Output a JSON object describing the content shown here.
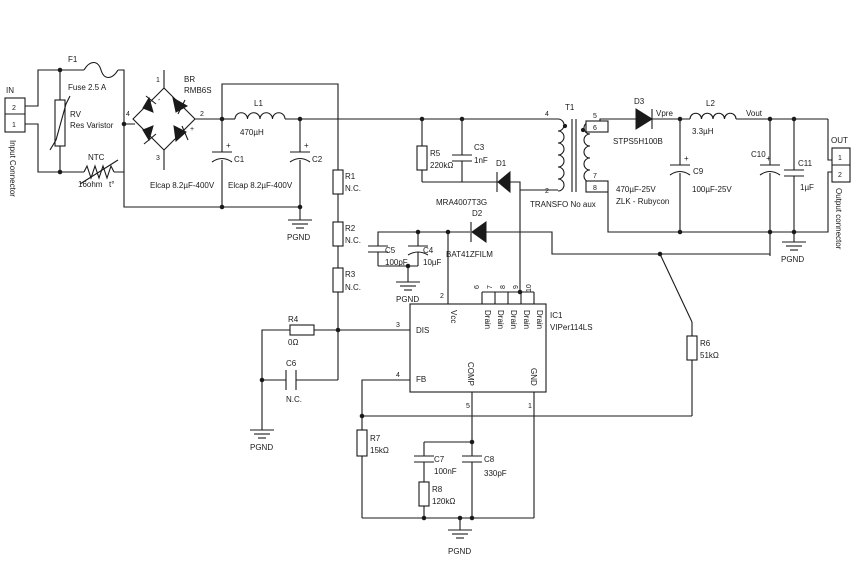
{
  "connectors": {
    "in": {
      "title": "IN",
      "pins": [
        "2",
        "1"
      ],
      "caption": "Input Connector"
    },
    "out": {
      "title": "OUT",
      "pins": [
        "1",
        "2"
      ],
      "caption": "Output connector"
    }
  },
  "components": {
    "F1": {
      "ref": "F1",
      "value": "Fuse 2.5 A"
    },
    "RV": {
      "ref": "RV",
      "value": "Res Varistor"
    },
    "NTC": {
      "ref": "NTC",
      "value": "16ohm",
      "extra": "t°"
    },
    "BR": {
      "ref": "BR",
      "value": "RMB6S",
      "pins": [
        "1",
        "2",
        "3",
        "4"
      ],
      "minus": "-",
      "plus": "+"
    },
    "L1": {
      "ref": "L1",
      "value": "470µH"
    },
    "C1": {
      "ref": "C1",
      "value": "Elcap 8.2µF-400V"
    },
    "C2": {
      "ref": "C2",
      "value": "Elcap 8.2µF-400V"
    },
    "R1": {
      "ref": "R1",
      "value": "N.C."
    },
    "R2": {
      "ref": "R2",
      "value": "N.C."
    },
    "R3": {
      "ref": "R3",
      "value": "N.C."
    },
    "R4": {
      "ref": "R4",
      "value": "0Ω"
    },
    "C6": {
      "ref": "C6",
      "value": "N.C."
    },
    "R5": {
      "ref": "R5",
      "value": "220kΩ"
    },
    "C3": {
      "ref": "C3",
      "value": "1nF"
    },
    "D1": {
      "ref": "D1",
      "value": "MRA4007T3G"
    },
    "D2": {
      "ref": "D2",
      "value": "BAT41ZFILM"
    },
    "C5": {
      "ref": "C5",
      "value": "100pF"
    },
    "C4": {
      "ref": "C4",
      "value": "10µF"
    },
    "T1": {
      "ref": "T1",
      "value": "TRANSFO No aux",
      "pins": [
        "4",
        "2",
        "5",
        "6",
        "7",
        "8"
      ]
    },
    "D3": {
      "ref": "D3",
      "value": "STPS5H100B",
      "net": "Vpre"
    },
    "L2": {
      "ref": "L2",
      "value": "3.3µH",
      "net": "Vout"
    },
    "C9": {
      "ref": "C9",
      "value": "470µF-25V",
      "extra": "ZLK - Rubycon"
    },
    "C10": {
      "ref": "C10",
      "value": "100µF-25V"
    },
    "C11": {
      "ref": "C11",
      "value": "1µF"
    },
    "R6": {
      "ref": "R6",
      "value": "51kΩ"
    },
    "R7": {
      "ref": "R7",
      "value": "15kΩ"
    },
    "C7": {
      "ref": "C7",
      "value": "100nF"
    },
    "C8": {
      "ref": "C8",
      "value": "330pF"
    },
    "R8": {
      "ref": "R8",
      "value": "120kΩ"
    },
    "IC1": {
      "ref": "IC1",
      "value": "VIPer114LS",
      "pin_labels": {
        "vcc": "Vcc",
        "dis": "DIS",
        "fb": "FB",
        "comp": "COMP",
        "gnd": "GND",
        "drain": "Drain"
      },
      "pin_numbers": {
        "vcc": "2",
        "dis": "3",
        "fb": "4",
        "comp": "5",
        "gnd": "1",
        "drain": [
          "6",
          "7",
          "8",
          "9",
          "10"
        ]
      }
    }
  },
  "grounds": {
    "label": "PGND"
  },
  "polarity": {
    "plus": "+"
  }
}
